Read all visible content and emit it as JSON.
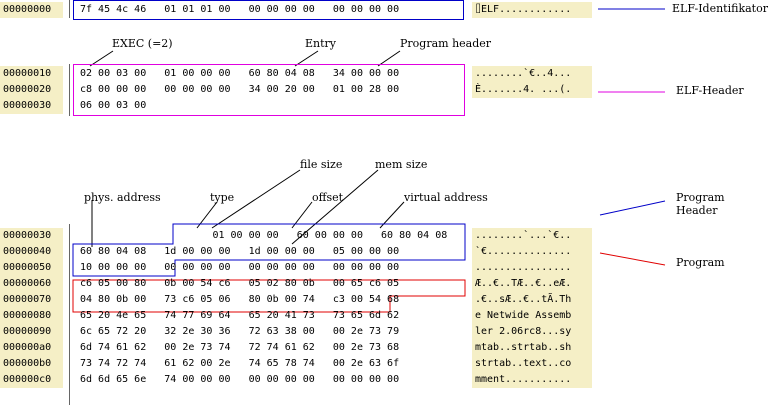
{
  "block1": {
    "rows": [
      {
        "addr": "00000000",
        "hex": "7f 45 4c 46   01 01 01 00   00 00 00 00   00 00 00 00",
        "ascii": "⌷ELF............"
      }
    ],
    "label": "ELF-Identifikator"
  },
  "block2": {
    "rows": [
      {
        "addr": "00000010",
        "hex": "02 00 03 00   01 00 00 00   60 80 04 08   34 00 00 00",
        "ascii": "........`€..4..."
      },
      {
        "addr": "00000020",
        "hex": "c8 00 00 00   00 00 00 00   34 00 20 00   01 00 28 00",
        "ascii": "È.......4. ...(."
      },
      {
        "addr": "00000030",
        "hex": "06 00 03 00",
        "ascii": ""
      }
    ],
    "label": "ELF-Header",
    "ann_exec": "EXEC (=2)",
    "ann_entry": "Entry",
    "ann_program_header": "Program header"
  },
  "block3": {
    "rows": [
      {
        "addr": "00000030",
        "hex": "                      01 00 00 00   60 00 00 00   60 80 04 08",
        "ascii": "........`...`€.."
      },
      {
        "addr": "00000040",
        "hex": "60 80 04 08   1d 00 00 00   1d 00 00 00   05 00 00 00",
        "ascii": "`€.............."
      },
      {
        "addr": "00000050",
        "hex": "10 00 00 00   00 00 00 00   00 00 00 00   00 00 00 00",
        "ascii": "................"
      },
      {
        "addr": "00000060",
        "hex": "c6 05 00 80   0b 00 54 c6   05 02 80 0b   00 65 c6 05",
        "ascii": "Æ..€..TÆ..€..eÆ."
      },
      {
        "addr": "00000070",
        "hex": "04 80 0b 00   73 c6 05 06   80 0b 00 74   c3 00 54 68",
        "ascii": ".€..sÆ..€..tÃ.Th"
      },
      {
        "addr": "00000080",
        "hex": "65 20 4e 65   74 77 69 64   65 20 41 73   73 65 6d 62",
        "ascii": "e Netwide Assemb"
      },
      {
        "addr": "00000090",
        "hex": "6c 65 72 20   32 2e 30 36   72 63 38 00   00 2e 73 79",
        "ascii": "ler 2.06rc8...sy"
      },
      {
        "addr": "000000a0",
        "hex": "6d 74 61 62   00 2e 73 74   72 74 61 62   00 2e 73 68",
        "ascii": "mtab..strtab..sh"
      },
      {
        "addr": "000000b0",
        "hex": "73 74 72 74   61 62 00 2e   74 65 78 74   00 2e 63 6f",
        "ascii": "strtab..text..co"
      },
      {
        "addr": "000000c0",
        "hex": "6d 6d 65 6e   74 00 00 00   00 00 00 00   00 00 00 00",
        "ascii": "mment..........."
      }
    ],
    "ann_phys": "phys. address",
    "ann_type": "type",
    "ann_filesize": "file size",
    "ann_offset": "offset",
    "ann_memsize": "mem size",
    "ann_vaddr": "virtual address",
    "label_program_header": "Program\nHeader",
    "label_program": "Program"
  },
  "colors": {
    "blue": "#0000c8",
    "magenta": "#e000e0",
    "red": "#e00000",
    "addr_bg": "#f5efc6"
  }
}
